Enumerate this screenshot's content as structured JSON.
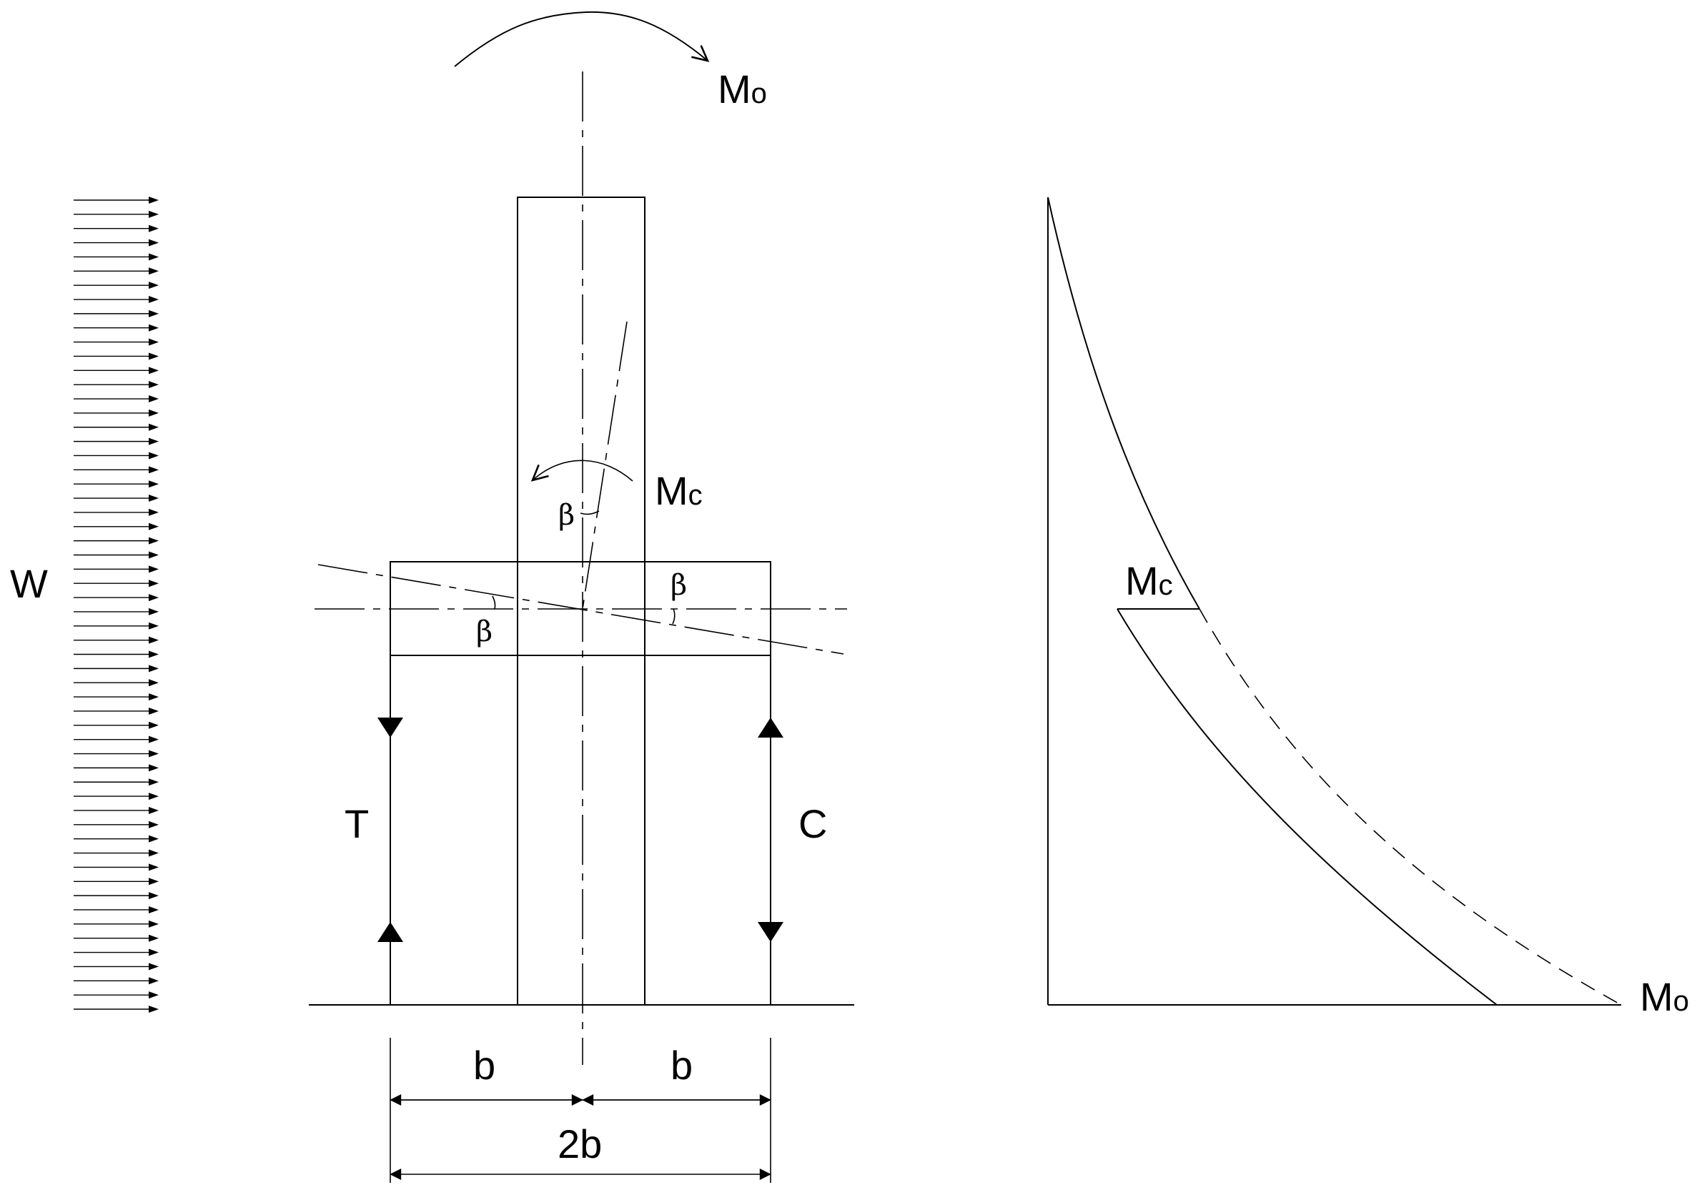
{
  "labels": {
    "m_top_main": "M",
    "m_top_sub": "o",
    "m_c_main": "M",
    "m_c_sub": "c",
    "wind": "W",
    "tension": "T",
    "compression": "C",
    "beta": "β",
    "half_width": "b",
    "full_width": "2b",
    "graph_mc_main": "M",
    "graph_mc_sub": "c",
    "graph_mo_main": "M",
    "graph_mo_sub": "o"
  },
  "wind_load": {
    "arrow_count": 58
  },
  "colors": {
    "line": "#000000",
    "background": "#ffffff"
  }
}
